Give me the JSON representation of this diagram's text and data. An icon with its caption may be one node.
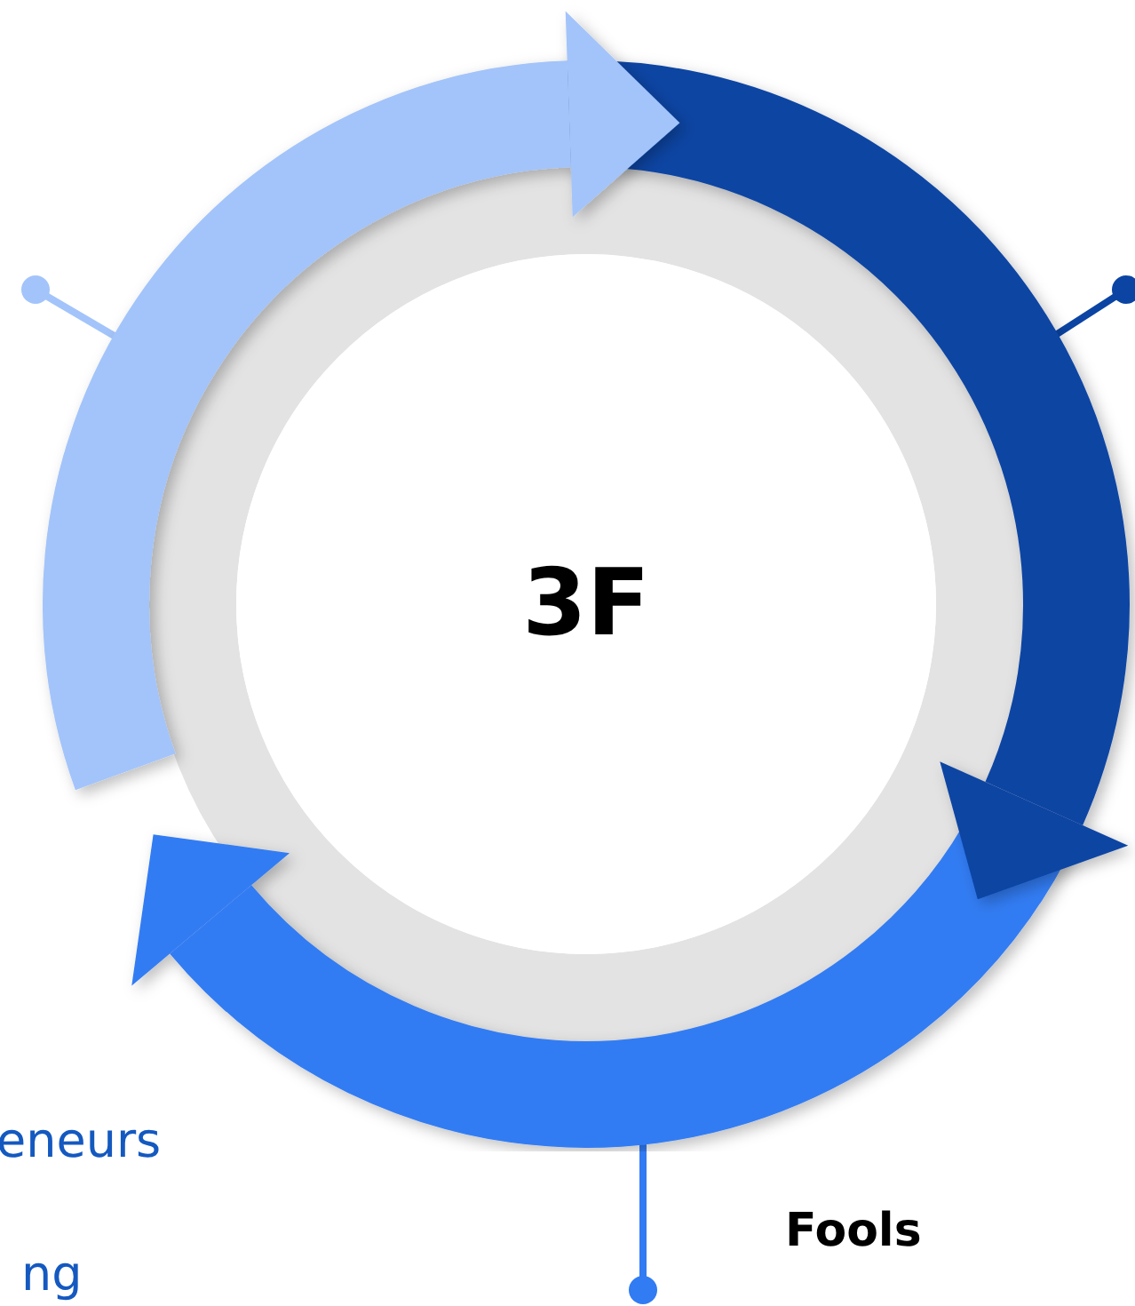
{
  "diagram": {
    "nodes": [
      {
        "text": [
          "3F"
        ]
      }
    ],
    "labels": [
      "eneurs",
      "ng",
      "Fools"
    ]
  }
}
